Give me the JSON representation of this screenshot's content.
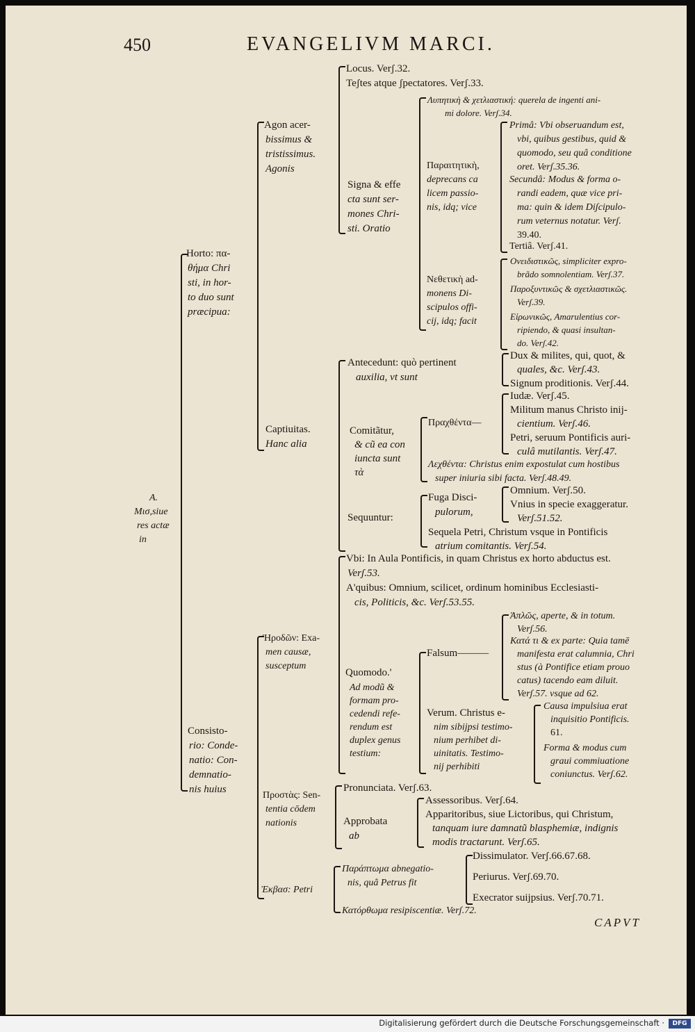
{
  "header": {
    "page_number": "450",
    "running_title": "EVANGELIVM MARCI."
  },
  "root": [
    "A.",
    "Μισ,siue",
    "res actæ",
    "in"
  ],
  "horto": {
    "label": [
      "Horto: πα-",
      "θήμα Chri",
      "sti, in hor-",
      "to duo sunt",
      "præcipua:"
    ],
    "agon": {
      "label": [
        "Agon acer-",
        "bissimus &",
        "tristissimus.",
        "Agonis"
      ],
      "locus": "Locus. Verʃ.32.",
      "testes": "Teʃtes atque ʃpectatores. Verʃ.33.",
      "signa": [
        "Signa & effe",
        "cta sunt ser-",
        "mones Chri-",
        "sti. Oratio"
      ],
      "lype": [
        "Λυπητικὴ & χετλιαστική: querela de ingenti ani-",
        "mi dolore. Verʃ.34."
      ],
      "parait": [
        "Παραιτητικὴ,",
        "deprecans ca",
        "licem passio-",
        "nis, idq; vice"
      ],
      "prima": [
        "Primâ: Vbi obseruandum est,",
        "vbi, quibus gestibus, quid &",
        "quomodo, seu quâ conditione",
        "oret. Verʃ.35.36."
      ],
      "secunda": [
        "Secundâ: Modus & forma o-",
        "randi eadem, quæ vice pri-",
        "ma: quin & idem Diʃcipulo-",
        "rum veternus notatur. Verʃ.",
        "39.40."
      ],
      "tertia": "Tertiâ. Verʃ.41.",
      "nex": [
        "Nεθετικὴ ad-",
        "monens Di-",
        "scipulos offi-",
        "cij, idq; facit"
      ],
      "oneid": [
        "Ονειδιστικῶς, simpliciter expro-",
        "brãdo somnolentiam. Verʃ.37."
      ],
      "parox": [
        "Παροξυντικῶς & σχετλιαστικῶς.",
        "Verʃ.39."
      ],
      "eiron": [
        "Εἰρωνικῶς, Amarulentius cor-",
        "ripiendo, & quasi insultan-",
        "do. Verʃ.42."
      ]
    },
    "captiuitas": {
      "label": [
        "Captiuitas.",
        "Hanc alia"
      ],
      "antecedunt": [
        "Antecedunt: quò pertinent",
        "auxilia, vt sunt"
      ],
      "dux": [
        "Dux & milites, qui, quot, &",
        "quales, &c. Verʃ.43."
      ],
      "signum": "Signum proditionis. Verʃ.44.",
      "comitatur": [
        "Comitãtur,",
        "& cũ ea con",
        "iuncta sunt",
        "τὰ"
      ],
      "prax": "Πραχθέντα—",
      "iudae": "Iudæ. Verʃ.45.",
      "militum": [
        "Militum manus Christo inij-",
        "cientium. Verʃ.46."
      ],
      "petri": [
        "Petri, seruum Pontificis auri-",
        "culâ mutilantis. Verʃ.47."
      ],
      "lex": [
        "Λεχθέντα: Christus enim expostulat cum hostibus",
        "super iniuria sibi facta. Verʃ.48.49."
      ],
      "sequuntur": "Sequuntur:",
      "fuga": [
        "Fuga Disci-",
        "pulorum,"
      ],
      "omnium": "Omnium. Verʃ.50.",
      "vnius": [
        "Vnius in specie exaggeratur.",
        "Verʃ.51.52."
      ],
      "sequela": [
        "Sequela Petri, Christum vsque in Pontificis",
        "atrium comitantis. Verʃ.54."
      ]
    }
  },
  "consistorio": {
    "label": [
      "Consisto-",
      "rio: Conde-",
      "natio: Con-",
      "demnatio-",
      "nis huius"
    ],
    "herodou": [
      "Ἡροδῶν: Exa-",
      "men causæ,",
      "susceptum"
    ],
    "vbi": [
      "Vbi: In Aula Pontificis, in quam Christus ex horto abductus est.",
      "Verʃ.53."
    ],
    "quibus": [
      "A'quibus: Omnium, scilicet, ordinum hominibus Ecclesiasti-",
      "cis, Politicis, &c. Verʃ.53.55."
    ],
    "quomodo": [
      "Quomodo.'",
      "Ad modũ &",
      "formam pro-",
      "cedendi refe-",
      "rendum est",
      "duplex genus",
      "testium:"
    ],
    "falsum": "Falsum———",
    "aplos": [
      "Ἁπλῶς, aperte, & in totum.",
      "Verʃ.56."
    ],
    "kata": [
      "Κατά τι & ex parte: Quia tamē",
      "manifesta erat calumnia, Chri",
      "stus (à Pontifice etiam prouo",
      "catus) tacendo eam diluit.",
      "Verʃ.57. vsque ad 62."
    ],
    "verum": [
      "Verum. Christus e-",
      "nim sibijpsi testimo-",
      "nium perhibet di-",
      "uinitatis. Testimo-",
      "nij perhibiti"
    ],
    "causa": [
      "Causa impulsiua erat",
      "inquisitio Pontificis.",
      "61."
    ],
    "forma": [
      "Forma & modus cum",
      "graui commiuatione",
      "coniunctus. Verʃ.62."
    ],
    "sententia": [
      "Προστὰς: Sen-",
      "tentia cōdem",
      "nationis"
    ],
    "pronunciata": "Pronunciata. Verʃ.63.",
    "approbata": [
      "Approbata",
      "ab"
    ],
    "assessoribus": "Assessoribus. Verʃ.64.",
    "apparitoribus": [
      "Apparitoribus, siue Lictoribus, qui Christum,",
      "tanquam iure damnatũ blasphemiæ, indignis",
      "modis tractarunt. Verʃ.65."
    ],
    "ekbasis": "Ἐκβασ: Petri",
    "parapt": [
      "Παράπτωμα abnegatio-",
      "nis, quâ Petrus fit"
    ],
    "dissimulator": "Dissimulator. Verʃ.66.67.68.",
    "periurus": "Periurus. Verʃ.69.70.",
    "execrator": "Execrator suijpsius. Verʃ.70.71.",
    "kator": "Κατόρθωμα resipiscentiæ. Verʃ.72."
  },
  "catchword": "CAPVT",
  "footer": {
    "credit": "Digitalisierung gefördert durch die Deutsche Forschungsgemeinschaft ·",
    "logo": "DFG"
  }
}
